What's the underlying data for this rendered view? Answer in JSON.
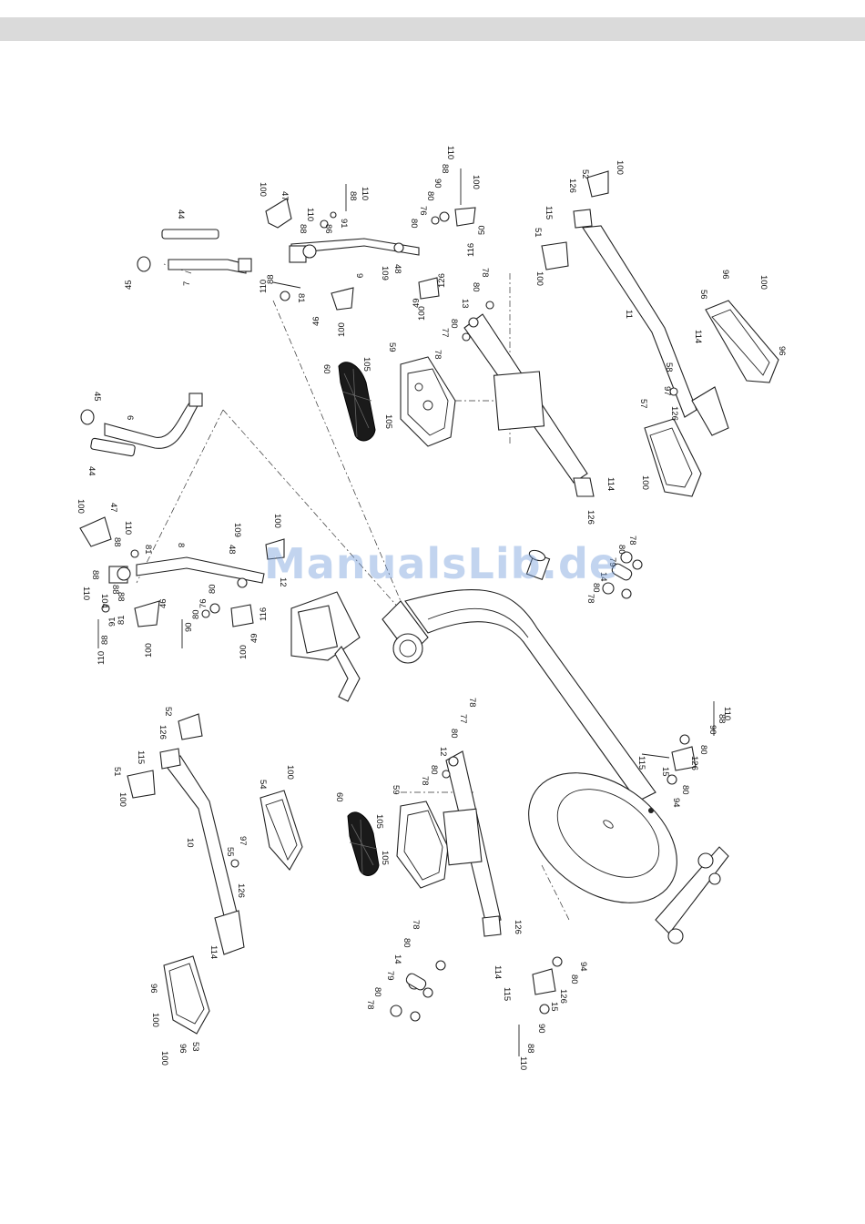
{
  "watermark": "ManualsLib.de",
  "labels": {
    "l1": "44",
    "l2": "45",
    "l3": "7",
    "l4": "100",
    "l5": "47",
    "l6": "88",
    "l7": "110",
    "l8": "110",
    "l9": "88",
    "l10": "91",
    "l11": "86",
    "l12": "81",
    "l13": "9",
    "l14": "88",
    "l15": "110",
    "l16": "46",
    "l17": "100",
    "l18": "48",
    "l19": "109",
    "l20": "126",
    "l21": "49",
    "l22": "100",
    "l23": "80",
    "l24": "76",
    "l25": "80",
    "l26": "90",
    "l27": "88",
    "l28": "110",
    "l29": "100",
    "l30": "50",
    "l31": "116",
    "l32": "77",
    "l33": "80",
    "l34": "78",
    "l35": "13",
    "l36": "80",
    "l37": "78",
    "l38": "60",
    "l39": "105",
    "l40": "59",
    "l41": "105",
    "l42": "126",
    "l43": "52",
    "l44": "100",
    "l45": "115",
    "l46": "51",
    "l47": "100",
    "l48": "11",
    "l49": "56",
    "l50": "96",
    "l51": "100",
    "l52": "114",
    "l53": "58",
    "l54": "96",
    "l55": "97",
    "l56": "126",
    "l57": "57",
    "l58": "100",
    "l59": "114",
    "l60": "126",
    "l61": "45",
    "l62": "6",
    "l63": "44",
    "l64": "100",
    "l65": "47",
    "l66": "110",
    "l67": "88",
    "l68": "81",
    "l69": "8",
    "l70": "109",
    "l71": "48",
    "l72": "100",
    "l73": "12",
    "l74": "88",
    "l75": "110",
    "l76": "88",
    "l77": "104",
    "l78": "88",
    "l79": "91",
    "l80": "81",
    "l81": "46",
    "l82": "110",
    "l83": "88",
    "l84": "90",
    "l85": "80",
    "l86": "76",
    "l87": "80",
    "l88": "49",
    "l89": "116",
    "l90": "100",
    "l91": "100",
    "l92": "78",
    "l93": "80",
    "l94": "79",
    "l95": "14",
    "l96": "80",
    "l97": "78",
    "l98": "52",
    "l99": "126",
    "l100": "115",
    "l101": "51",
    "l102": "100",
    "l103": "10",
    "l104": "54",
    "l105": "100",
    "l106": "55",
    "l107": "97",
    "l108": "126",
    "l109": "114",
    "l110": "96",
    "l111": "100",
    "l112": "96",
    "l113": "53",
    "l114": "100",
    "l115": "60",
    "l116": "59",
    "l117": "105",
    "l118": "105",
    "l119": "78",
    "l120": "80",
    "l121": "12",
    "l122": "80",
    "l123": "77",
    "l124": "78",
    "l125": "126",
    "l126": "114",
    "l127": "78",
    "l128": "80",
    "l129": "79",
    "l130": "14",
    "l131": "80",
    "l132": "78",
    "l133": "115",
    "l134": "15",
    "l135": "126",
    "l136": "80",
    "l137": "90",
    "l138": "88",
    "l139": "110",
    "l140": "94",
    "l141": "80",
    "l142": "94",
    "l143": "115",
    "l144": "15",
    "l145": "126",
    "l146": "80",
    "l147": "90",
    "l148": "88",
    "l149": "110"
  }
}
